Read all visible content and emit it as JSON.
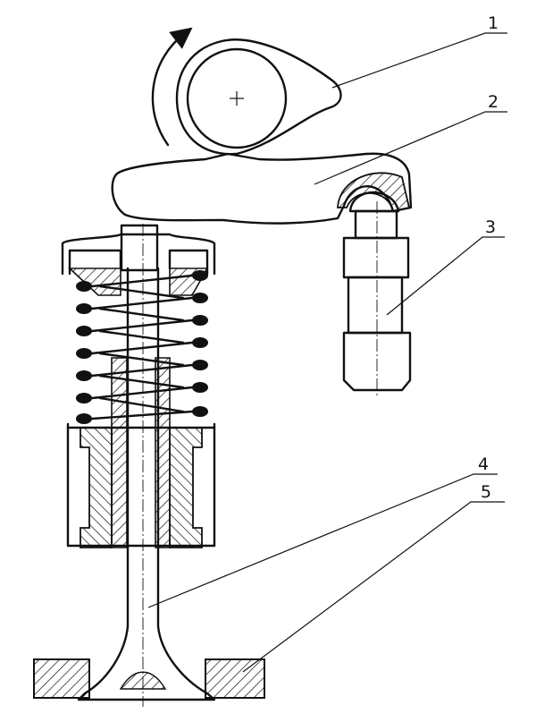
{
  "callouts": [
    {
      "id": "1",
      "text": "1"
    },
    {
      "id": "2",
      "text": "2"
    },
    {
      "id": "3",
      "text": "3"
    },
    {
      "id": "4",
      "text": "4"
    },
    {
      "id": "5",
      "text": "5"
    }
  ],
  "parts": {
    "cam": "cam-icon",
    "rocker": "rocker-arm-icon",
    "lifter": "hydraulic-lifter-icon",
    "valve": "valve-icon",
    "seat": "valve-seat-icon",
    "springs": "valve-spring-icon",
    "guide": "valve-guide-icon",
    "rotation": "rotation-arrow-icon"
  },
  "colors": {
    "ink": "#111111",
    "paper": "#ffffff"
  }
}
